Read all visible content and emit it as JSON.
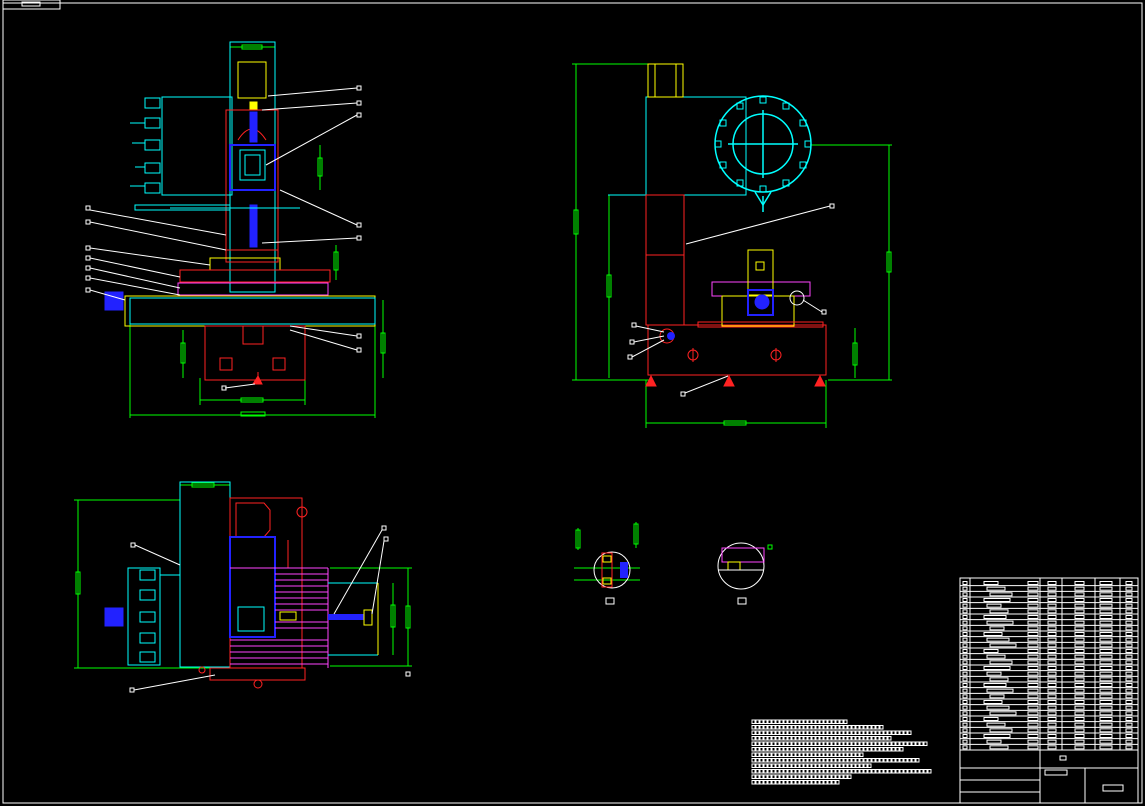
{
  "drawing": {
    "background": "#000000",
    "colors": {
      "frame": "#ffffff",
      "dimension": "#00ff00",
      "outline": "#00ffff",
      "part_red": "#ff2020",
      "part_yellow": "#ffff00",
      "part_blue": "#2020ff",
      "part_magenta": "#ff40ff",
      "annotation": "#ffffff"
    },
    "views": [
      {
        "name": "front-view"
      },
      {
        "name": "side-view"
      },
      {
        "name": "top-view"
      },
      {
        "name": "detail-view-1"
      },
      {
        "name": "detail-view-2"
      }
    ],
    "notes_block": {
      "line_count": 12
    },
    "title_block": {
      "parts_list_rows": 30
    }
  }
}
